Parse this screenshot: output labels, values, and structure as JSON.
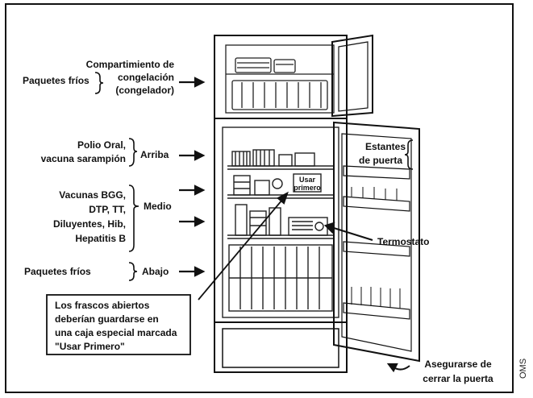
{
  "labels": {
    "freezer_packs": "Paquetes fríos",
    "freezer_comp_1": "Compartimiento de",
    "freezer_comp_2": "congelación",
    "freezer_comp_3": "(congelador)",
    "polio_1": "Polio Oral,",
    "polio_2": "vacuna sarampión",
    "top": "Arriba",
    "vaccines_1": "Vacunas BGG,",
    "vaccines_2": "DTP, TT,",
    "vaccines_3": "Diluyentes, Hib,",
    "vaccines_4": "Hepatitis B",
    "middle": "Medio",
    "bottom_packs": "Paquetes fríos",
    "bottom": "Abajo",
    "door_shelves_1": "Estantes",
    "door_shelves_2": "de puerta",
    "thermostat": "Termostato",
    "use_first_1": "Usar",
    "use_first_2": "primero",
    "close_door_1": "Asegurarse de",
    "close_door_2": "cerrar la puerta"
  },
  "note": {
    "line1": "Los frascos abiertos",
    "line2": "deberían guardarse en",
    "line3": "una caja especial marcada",
    "line4": "\"Usar Primero\""
  },
  "credit": "OMS"
}
